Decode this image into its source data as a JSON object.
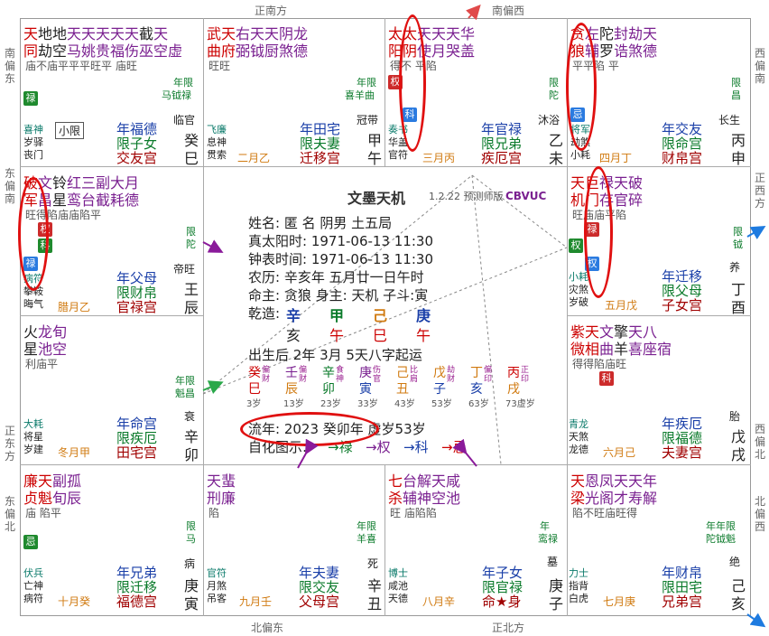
{
  "directions": {
    "top_center": "正南方",
    "top_right": "南偏西",
    "bottom_left": "北偏东",
    "bottom_center": "正北方",
    "left_top": "南偏东",
    "left_upper": "东偏南",
    "left_lower": "正东方",
    "left_bottom": "东偏北",
    "right_top": "西偏南",
    "right_upper": "正西方",
    "right_lower": "西偏北",
    "right_bottom": "北偏西"
  },
  "palaces": [
    {
      "id": "si",
      "stars1": "天地地天天天天天截天",
      "stars2": "同劫空马姚贵福伤巫空虚",
      "bright": "庙不庙平平平旺平  庙旺",
      "label_right1": "年限",
      "label_right2": "马钺禄",
      "hua": "禄",
      "god": "喜神",
      "god2": "岁驿",
      "god3": "丧门",
      "stage": "临官",
      "xiaoxian": "小限",
      "ages": "",
      "year": "",
      "palace_a": "年福德",
      "palace_b": "限子女",
      "palace_c": "交友宫",
      "gan": "癸",
      "zhi": "巳",
      "period": ""
    },
    {
      "id": "wu",
      "stars1": "武天右天天阴龙",
      "stars2": "曲府弼钺厨煞德",
      "bright": "旺旺",
      "label_right1": "年限",
      "label_right2": "喜羊曲",
      "hua": "",
      "god": "飞廉",
      "god2": "息神",
      "god3": "贯索",
      "stage": "冠带",
      "palace_a": "年田宅",
      "palace_b": "限夫妻",
      "palace_c": "迁移宫",
      "gan": "甲",
      "zhi": "午",
      "period": "二月乙"
    },
    {
      "id": "wei",
      "stars1": "太太天天天华",
      "stars2": "阳阴使月哭盖",
      "bright": "得不  平陷",
      "label_right1": "限",
      "label_right2": "陀",
      "hua1": "权",
      "hua2": "科",
      "god": "奏书",
      "god2": "华盖",
      "god3": "官符",
      "stage": "沐浴",
      "palace_a": "年官禄",
      "palace_b": "限兄弟",
      "palace_c": "疾厄宫",
      "gan": "乙",
      "zhi": "未",
      "period": "三月丙"
    },
    {
      "id": "shen",
      "stars1": "贪左陀封劫天",
      "stars2": "狼辅罗诰煞德",
      "bright": "平平陷  平",
      "label_right1": "限",
      "label_right2": "昌",
      "hua": "忌",
      "god": "将军",
      "god2": "劫煞",
      "god3": "小耗",
      "stage": "长生",
      "palace_a": "年交友",
      "palace_b": "限命宫",
      "palace_c": "财帛宫",
      "gan": "丙",
      "zhi": "申",
      "period": "四月丁"
    },
    {
      "id": "chen",
      "stars1": "破文铃红三副大月",
      "stars2": "军昌星鸾台截耗德",
      "bright": "旺得陷庙庙陷平",
      "label_right1": "限",
      "label_right2": "陀",
      "hua1": "权",
      "hua2": "科",
      "hua3": "禄",
      "god": "病符",
      "god2": "攀鞍",
      "god3": "晦气",
      "stage": "帝旺",
      "palace_a": "年父母",
      "palace_b": "限财帛",
      "palace_c": "官禄宫",
      "gan": "王",
      "zhi": "辰",
      "period": "腊月乙"
    },
    {
      "id": "you",
      "stars1": "天巨禄天破",
      "stars2": "机门存官碎",
      "bright": "旺庙庙平陷",
      "label_right1": "限",
      "label_right2": "钺",
      "hua1": "禄",
      "hua2": "权",
      "hua3": "",
      "god": "小耗",
      "god2": "灾煞",
      "god3": "岁破",
      "stage": "养",
      "palace_a": "年迁移",
      "palace_b": "限父母",
      "palace_c": "子女宫",
      "gan": "丁",
      "zhi": "酉",
      "period": "五月戊"
    },
    {
      "id": "mao",
      "stars1": "火龙旬",
      "stars2": "星池空",
      "bright": "利庙平",
      "label_right1": "年限",
      "label_right2": "魁昌",
      "god": "大耗",
      "god2": "将星",
      "god3": "岁建",
      "stage": "衰",
      "palace_a": "年命宫",
      "palace_b": "限疾厄",
      "palace_c": "田宅宫",
      "gan": "辛",
      "zhi": "卯",
      "period": "冬月甲"
    },
    {
      "id": "xu",
      "stars1": "紫天文擎天八",
      "stars2": "微相曲羊喜座",
      "bright": "得得陷庙旺",
      "stars3": "",
      "extra": "宿",
      "label_right1": "",
      "label_right2": "",
      "hua": "科",
      "god": "青龙",
      "god2": "天煞",
      "god3": "龙德",
      "stage": "胎",
      "palace_a": "年疾厄",
      "palace_b": "限福德",
      "palace_c": "夫妻宫",
      "gan": "戊",
      "zhi": "戌",
      "period": "六月己"
    },
    {
      "id": "yin",
      "stars1": "廉天副孤",
      "stars2": "贞魁旬辰",
      "bright": "庙    陷平",
      "label_right1": "限",
      "label_right2": "马",
      "hua": "忌",
      "god": "伏兵",
      "god2": "亡神",
      "god3": "病符",
      "stage": "病",
      "palace_a": "年兄弟",
      "palace_b": "限迁移",
      "palace_c": "福德宫",
      "gan": "庚",
      "zhi": "寅",
      "period": "十月癸"
    },
    {
      "id": "chou",
      "stars1": "天蜚",
      "stars2": "刑廉",
      "bright": "陷",
      "label_right1": "年限",
      "label_right2": "羊喜",
      "god": "官符",
      "god2": "月煞",
      "god3": "吊客",
      "stage": "死",
      "palace_a": "年夫妻",
      "palace_b": "限交友",
      "palace_c": "父母宫",
      "gan": "辛",
      "zhi": "丑",
      "period": "九月壬"
    },
    {
      "id": "zi",
      "stars1": "七台解天咸",
      "stars2": "杀辅神空池",
      "bright": "旺  庙陷陷",
      "label_right1": "年",
      "label_right2": "鸾禄",
      "god": "博士",
      "god2": "咸池",
      "god3": "天德",
      "stage": "墓",
      "palace_a": "年子女",
      "palace_b": "限官禄",
      "palace_c": "命★身",
      "gan": "庚",
      "zhi": "子",
      "period": "八月辛"
    },
    {
      "id": "hai",
      "stars1": "天恩凤天天年",
      "stars2": "梁光阁才寿解",
      "bright": "陷不旺庙旺得",
      "label_right1": "年年限",
      "label_right2": "陀钺魁",
      "god": "力士",
      "god2": "指背",
      "god3": "白虎",
      "stage": "绝",
      "palace_a": "年财帛",
      "palace_b": "限田宅",
      "palace_c": "兄弟宫",
      "gan": "己",
      "zhi": "亥",
      "period": "七月庚"
    }
  ],
  "center": {
    "title": "文墨天机",
    "version": "1.2.22 预测师版",
    "code": "CBVUC",
    "line1": "姓名: 匿 名        阴男 土五局",
    "line2": "真太阳时: 1971-06-13 11:30",
    "line3": "钟表时间: 1971-06-13 11:30",
    "line4": "农历: 辛亥年 五月廿一日午时",
    "line5": "命主: 贪狼 身主: 天机 子斗:寅",
    "bazi_label": "乾造:",
    "bazi_top": [
      "辛",
      "甲",
      "己",
      "庚"
    ],
    "bazi_bottom": [
      "亥",
      "午",
      "巳",
      "午"
    ],
    "qiyun": "出生后 2年 3月 5天八字起运",
    "dayun_gan": [
      "癸",
      "壬",
      "辛",
      "庚",
      "己",
      "戊",
      "丁",
      "丙"
    ],
    "dayun_zhi": [
      "巳",
      "辰",
      "卯",
      "寅",
      "丑",
      "子",
      "亥",
      "戌"
    ],
    "dayun_shen1": [
      "偏",
      "偏",
      "食",
      "伤",
      "比",
      "劫",
      "偏",
      "正"
    ],
    "dayun_shen2": [
      "财",
      "财",
      "神",
      "官",
      "肩",
      "财",
      "印",
      "印"
    ],
    "dayun_age": [
      "3岁",
      "13岁",
      "23岁",
      "33岁",
      "43岁",
      "53岁",
      "63岁",
      "73虚岁"
    ],
    "liunian": "流年: 2023 癸卯年 虚岁53岁",
    "sihua_label": "自化图示:",
    "sihua": [
      "→禄",
      "→权",
      "→科",
      "→忌"
    ]
  }
}
